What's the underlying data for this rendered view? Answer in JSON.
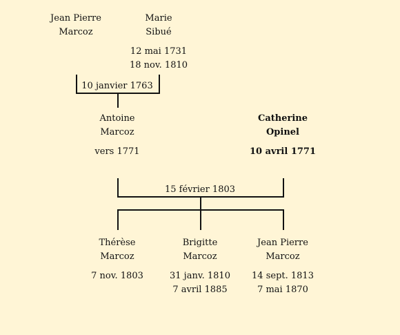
{
  "people": {
    "jean_pierre_sr": {
      "given": "Jean Pierre",
      "surname": "Marcoz"
    },
    "marie": {
      "given": "Marie",
      "surname": "Sibué",
      "birth": "12 mai 1731",
      "death": "18 nov. 1810"
    },
    "antoine": {
      "given": "Antoine",
      "surname": "Marcoz",
      "birth": "vers 1771"
    },
    "catherine": {
      "given": "Catherine",
      "surname": "Opinel",
      "birth": "10 avril 1771"
    },
    "therese": {
      "given": "Thérèse",
      "surname": "Marcoz",
      "birth": "7 nov. 1803"
    },
    "brigitte": {
      "given": "Brigitte",
      "surname": "Marcoz",
      "birth": "31 janv. 1810",
      "death": "7 avril 1885"
    },
    "jean_pierre_jr": {
      "given": "Jean Pierre",
      "surname": "Marcoz",
      "birth": "14 sept. 1813",
      "death": "7 mai 1870"
    }
  },
  "marriages": {
    "first": "10 janvier 1763",
    "second": "15 février 1803"
  },
  "colors": {
    "background": "#fff5d6",
    "line": "#111111"
  }
}
